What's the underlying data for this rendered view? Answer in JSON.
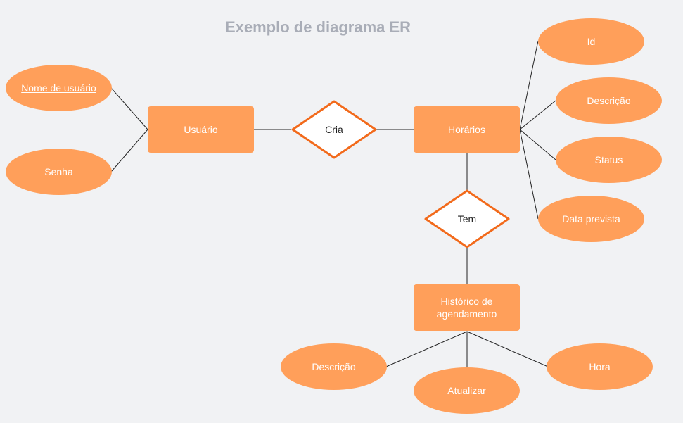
{
  "title": "Exemplo de diagrama ER",
  "colors": {
    "entity_fill": "#ff9f5a",
    "relationship_stroke": "#f26a1b",
    "title_color": "#a9adb7",
    "background": "#f1f2f4"
  },
  "entities": {
    "usuario": "Usuário",
    "horarios": "Horários",
    "historico": "Histórico de agendamento"
  },
  "relationships": {
    "cria": "Cria",
    "tem": "Tem"
  },
  "attributes": {
    "nome_usuario": "Nome de usuário",
    "senha": "Senha",
    "id": "Id",
    "descricao_horarios": "Descrição",
    "status": "Status",
    "data_prevista": "Data prevista",
    "descricao_historico": "Descrição",
    "atualizar": "Atualizar",
    "hora": "Hora"
  }
}
